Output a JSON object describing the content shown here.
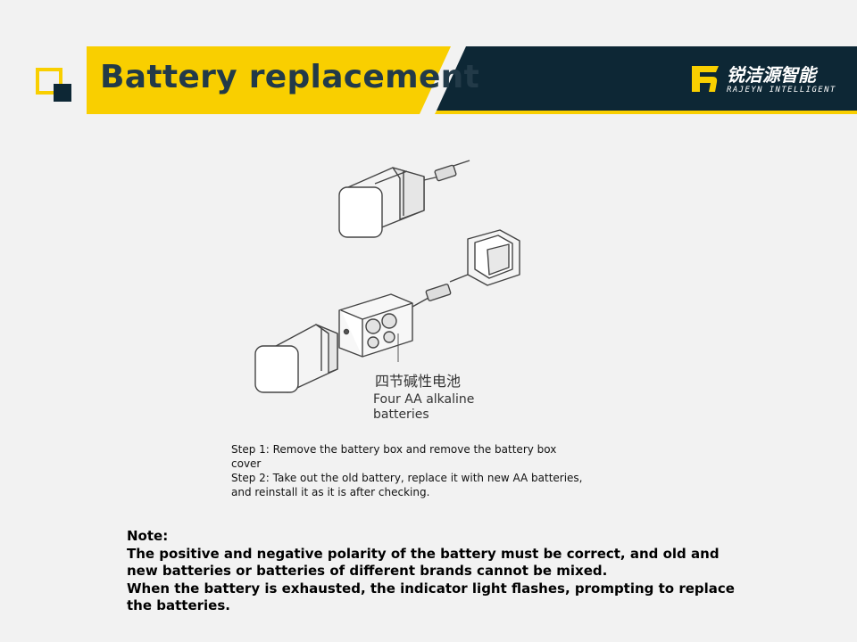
{
  "header": {
    "title": "Battery replacement",
    "brand_name_cn": "锐洁源智能",
    "brand_name_en": "RAJEYN INTELLIGENT",
    "logo_icon": "rajeyn-logo-icon"
  },
  "colors": {
    "accent_yellow": "#f9cf00",
    "dark_navy": "#0d2735",
    "title_text": "#223a48",
    "background": "#f2f2f2"
  },
  "illustration": {
    "label_cn": "四节碱性电池",
    "label_en": "Four AA alkaline batteries"
  },
  "steps": [
    "Step 1: Remove the battery box and remove the battery box cover",
    "Step 2: Take out the old battery, replace it with new AA batteries, and reinstall it as it is after checking."
  ],
  "note": {
    "heading": "Note:",
    "lines": [
      "The positive and negative polarity of the battery must be correct, and old and new batteries or batteries of different brands cannot be mixed.",
      "When the battery is exhausted, the indicator light flashes, prompting to replace the batteries."
    ]
  }
}
